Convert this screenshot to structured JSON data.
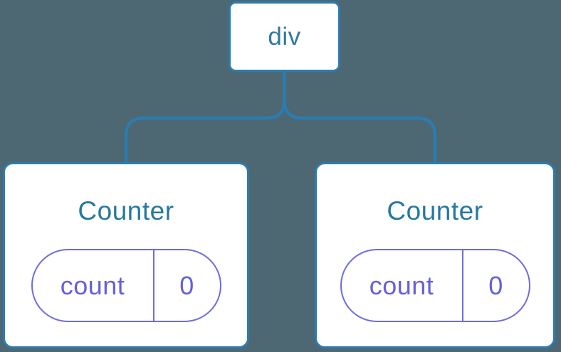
{
  "diagram": {
    "description": "Component tree diagram: a div root with two Counter children, each holding its own isolated state",
    "root": {
      "label": "div"
    },
    "children": [
      {
        "title": "Counter",
        "state": {
          "key": "count",
          "value": "0"
        }
      },
      {
        "title": "Counter",
        "state": {
          "key": "count",
          "value": "0"
        }
      }
    ]
  },
  "colors": {
    "background": "#4D6773",
    "connector_blue": "#2B7CB0",
    "node_border_blue": "#2B7CB0",
    "node_text_blue": "#26799E",
    "state_purple_border": "#6E6CE0",
    "state_purple_text": "#6560DB",
    "card_background": "#FFFFFF"
  }
}
